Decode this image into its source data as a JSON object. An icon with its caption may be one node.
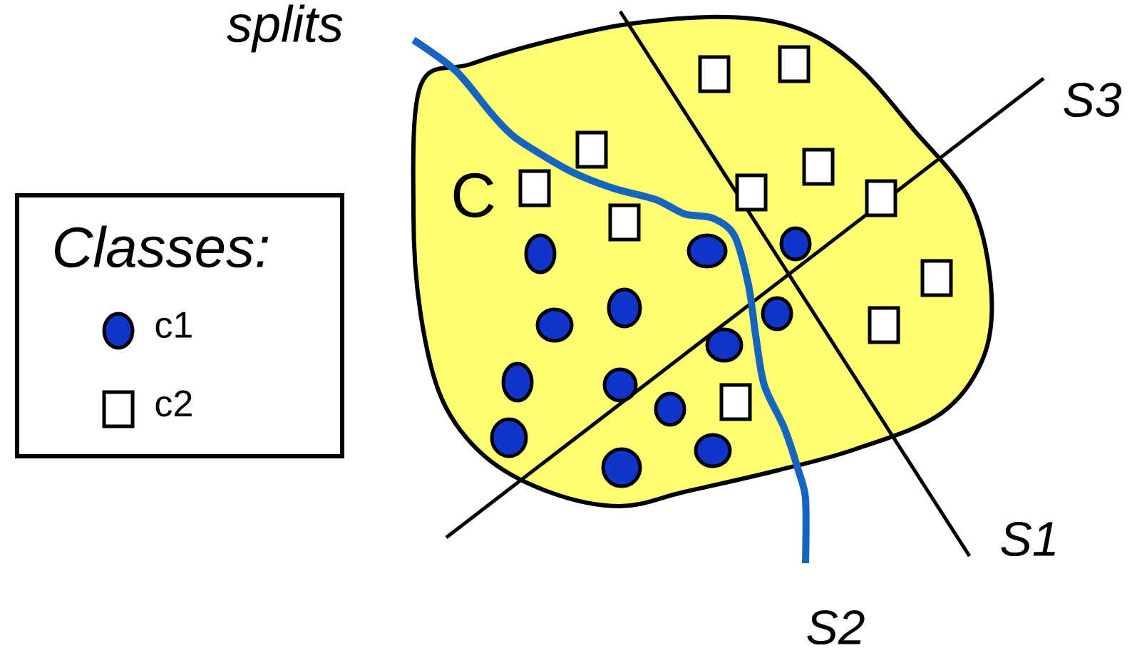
{
  "diagram": {
    "nodes": [
      {
        "text": [
          "C"
        ]
      }
    ],
    "edges": [],
    "labels": [
      "splits",
      "S3",
      "Classes:",
      "S1",
      "S2"
    ],
    "legend": [
      {
        "text": "c1"
      },
      {
        "text": "c2"
      }
    ]
  }
}
